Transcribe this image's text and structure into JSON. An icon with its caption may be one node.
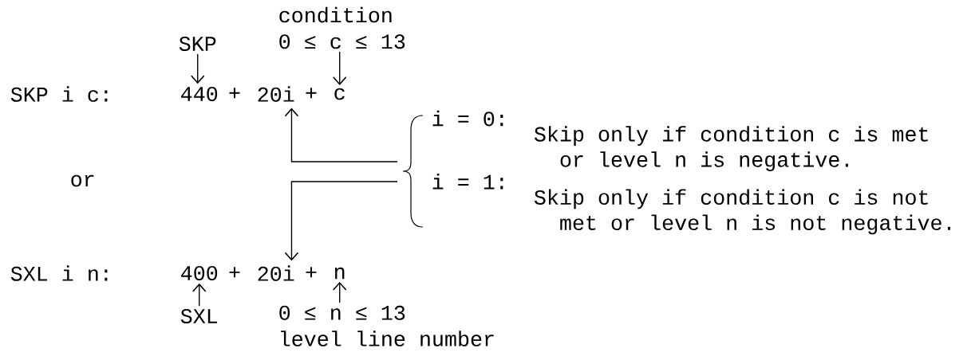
{
  "diagram": {
    "nodes": [
      {
        "text": [
          "condition",
          "0 ≤ c ≤ 13"
        ]
      },
      {
        "text": [
          "SKP"
        ]
      },
      {
        "text": [
          "440"
        ]
      },
      {
        "text": [
          "20i"
        ]
      },
      {
        "text": [
          "c"
        ]
      },
      {
        "text": [
          "i = 0:",
          "Skip only if condition c is met or level n is negative.",
          "i = 1:",
          "Skip only if condition c is not met or level n is not negative."
        ]
      },
      {
        "text": [
          "400"
        ]
      },
      {
        "text": [
          "20i"
        ]
      },
      {
        "text": [
          "n"
        ]
      },
      {
        "text": [
          "SXL"
        ]
      },
      {
        "text": [
          "0 ≤ n ≤ 13",
          "level line number"
        ]
      }
    ],
    "edges": [
      {
        "from": 1,
        "to": 2,
        "arrow": "to"
      },
      {
        "from": 0,
        "to": 4,
        "arrow": "to"
      },
      {
        "from": 5,
        "to": 3,
        "arrow": "to"
      },
      {
        "from": 5,
        "to": 7,
        "arrow": "to"
      },
      {
        "from": 9,
        "to": 6,
        "arrow": "to"
      },
      {
        "from": 10,
        "to": 8,
        "arrow": "to"
      }
    ],
    "labels": [
      "SKP i c:",
      "+",
      "+",
      "or",
      "SXL i n:",
      "+",
      "+"
    ]
  }
}
